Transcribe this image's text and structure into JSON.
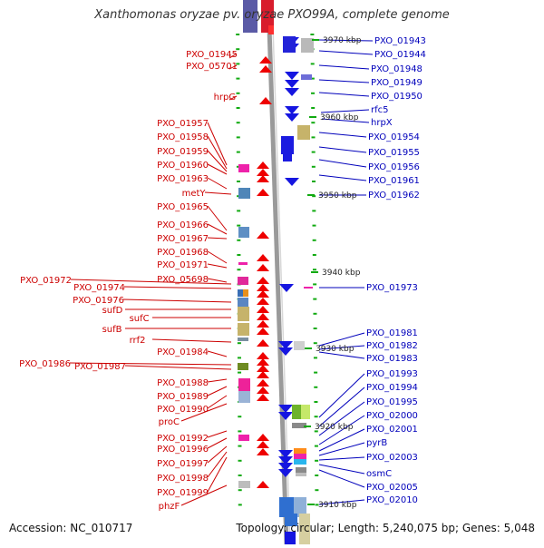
{
  "title": "Xanthomonas oryzae pv. oryzae PXO99A, complete genome",
  "accession_text": "Accession: NC_010717",
  "topology_text": "Topology: circular; Length: 5,240,075 bp; Genes: 5,048",
  "colors": {
    "left_label": "#cc0000",
    "right_label": "#0000bb",
    "backbone": "#9a9a9a",
    "tick": "#11aa11"
  },
  "kbp_ticks": [
    {
      "label": "3970 kbp"
    },
    {
      "label": "3960 kbp"
    },
    {
      "label": "3950 kbp"
    },
    {
      "label": "3940 kbp"
    },
    {
      "label": "3930 kbp"
    },
    {
      "label": "3920 kbp"
    },
    {
      "label": "3910 kbp"
    }
  ],
  "left_genes": [
    "PXO_01945",
    "PXO_05701",
    "hrpG",
    "PXO_01957",
    "PXO_01958",
    "PXO_01959",
    "PXO_01960",
    "PXO_01963",
    "metY",
    "PXO_01965",
    "PXO_01966",
    "PXO_01967",
    "PXO_01968",
    "PXO_01971",
    "PXO_05698",
    "PXO_01972",
    "PXO_01974",
    "PXO_01976",
    "sufD",
    "sufC",
    "sufB",
    "rrf2",
    "PXO_01984",
    "PXO_01986",
    "PXO_01987",
    "PXO_01988",
    "PXO_01989",
    "PXO_01990",
    "proC",
    "PXO_01992",
    "PXO_01996",
    "PXO_01997",
    "PXO_01998",
    "PXO_01999",
    "phzF"
  ],
  "right_genes": [
    "PXO_01943",
    "PXO_01944",
    "PXO_01948",
    "PXO_01949",
    "PXO_01950",
    "rfc5",
    "hrpX",
    "PXO_01954",
    "PXO_01955",
    "PXO_01956",
    "PXO_01961",
    "PXO_01962",
    "PXO_01973",
    "PXO_01981",
    "PXO_01982",
    "PXO_01983",
    "PXO_01993",
    "PXO_01994",
    "PXO_01995",
    "PXO_02000",
    "PXO_02001",
    "pyrB",
    "PXO_02003",
    "osmC",
    "PXO_02005",
    "PXO_02010"
  ]
}
